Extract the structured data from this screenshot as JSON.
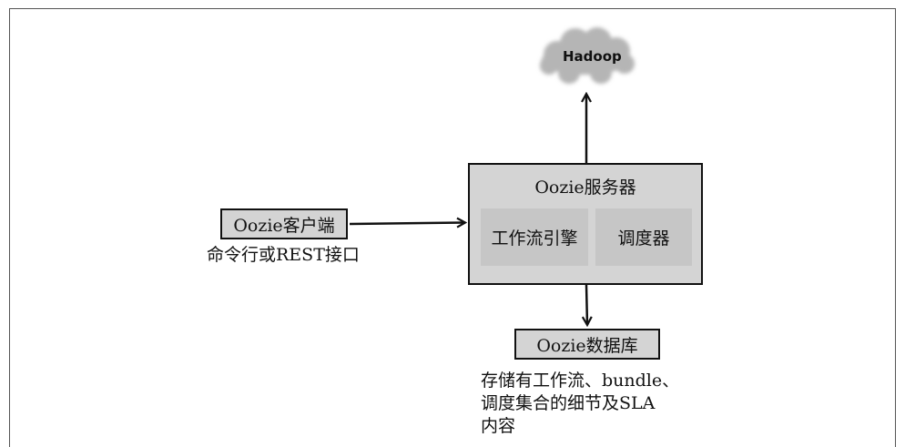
{
  "diagram": {
    "cloud_label": "Hadoop",
    "server": {
      "title": "Oozie服务器",
      "engine_label": "工作流引擎",
      "scheduler_label": "调度器"
    },
    "client": {
      "label": "Oozie客户端",
      "caption": "命令行或REST接口"
    },
    "database": {
      "label": "Oozie数据库",
      "caption_lines": [
        "存储有工作流、bundle、",
        "调度集合的细节及SLA",
        "内容"
      ]
    },
    "colors": {
      "box_fill": "#d4d4d4",
      "inner_fill": "#c6c6c6",
      "cloud_fill": "#b8b8b8",
      "stroke": "#111111"
    },
    "icons": [
      "cloud-icon",
      "arrow-head-icon"
    ]
  }
}
